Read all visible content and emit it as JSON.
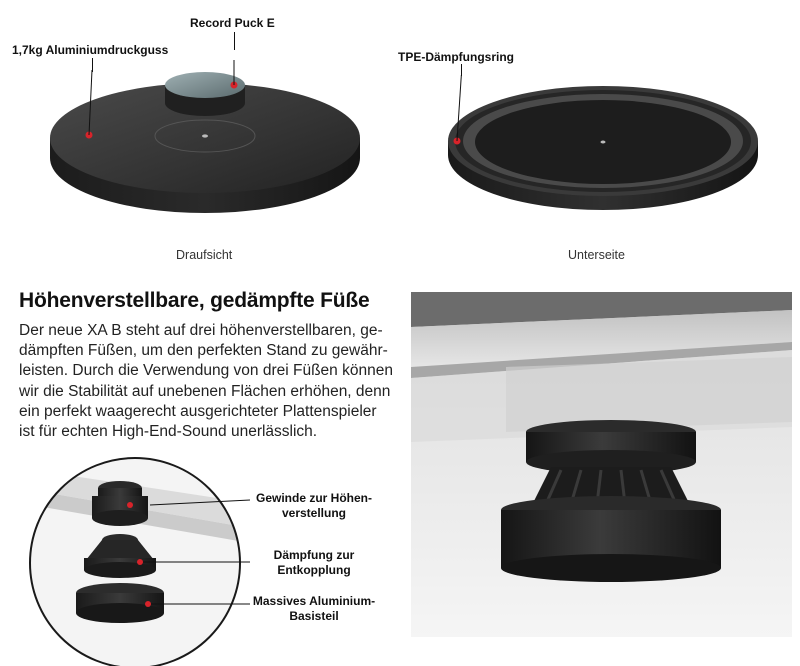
{
  "top": {
    "label_weight": "1,7kg Aluminiumdruckguss",
    "label_puck": "Record Puck E",
    "label_tpe": "TPE-Dämpfungsring",
    "caption_top_view": "Draufsicht",
    "caption_bottom_view": "Unterseite"
  },
  "section": {
    "heading": "Höhenverstellbare, gedämpfte Füße",
    "paragraph_lines": [
      "Der neue XA B steht auf drei höhenverstellbaren, ge-",
      "dämpften Füßen, um den perfekten Stand zu gewähr-",
      "leisten. Durch die Verwendung von drei Füßen können",
      "wir die Stabilität auf unebenen Flächen erhöhen, denn",
      "ein perfekt waagerecht ausgerichteter Plattenspieler",
      "ist für echten High-End-Sound unerlässlich."
    ]
  },
  "foot_parts": [
    {
      "line1": "Gewinde zur Höhen-",
      "line2": "verstellung"
    },
    {
      "line1": "Dämpfung zur",
      "line2": "Entkopplung"
    },
    {
      "line1": "Massives Aluminium-",
      "line2": "Basisteil"
    }
  ],
  "colors": {
    "marker_red": "#d8232a",
    "platter_dark": "#2b2b2b"
  }
}
